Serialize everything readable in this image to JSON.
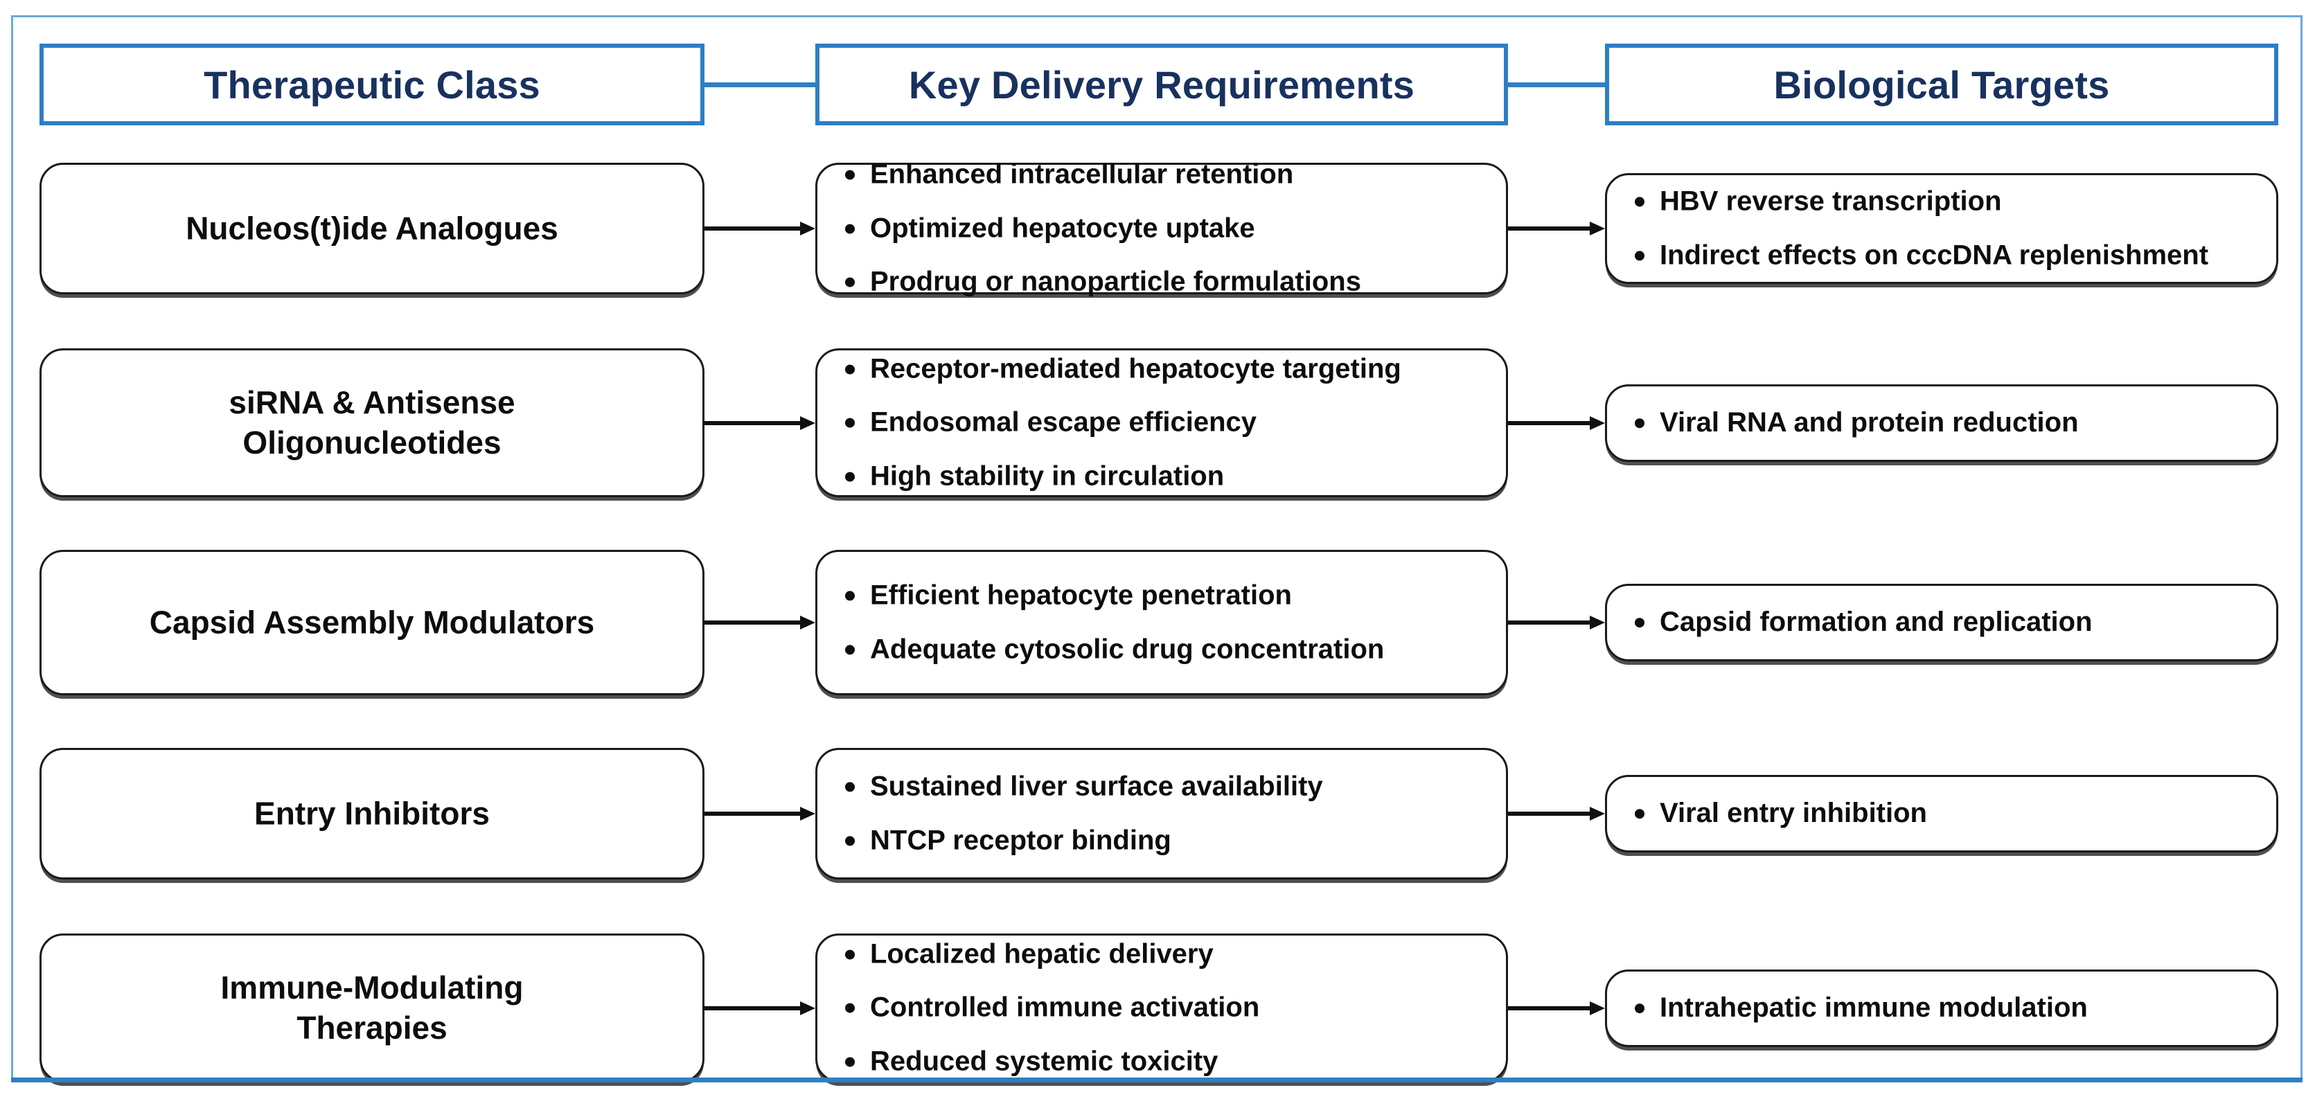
{
  "theme": {
    "frame_border_color": "#6aa9e0",
    "accent_color": "#2e7ec4",
    "header_text_color": "#18315f",
    "node_border_color": "#1a1a1a",
    "node_text_color": "#0d0d0d",
    "background": "#ffffff"
  },
  "header": {
    "columns": [
      {
        "label": "Therapeutic Class"
      },
      {
        "label": "Key Delivery Requirements"
      },
      {
        "label": "Biological Targets"
      }
    ]
  },
  "rows": [
    {
      "therapeutic_class": "Nucleos(t)ide Analogues",
      "delivery_requirements": [
        "Enhanced intracellular retention",
        "Optimized hepatocyte uptake",
        "Prodrug or nanoparticle formulations"
      ],
      "biological_targets": [
        "HBV reverse transcription",
        "Indirect effects on cccDNA replenishment"
      ]
    },
    {
      "therapeutic_class": "siRNA & Antisense Oligonucleotides",
      "delivery_requirements": [
        "Receptor-mediated hepatocyte targeting",
        "Endosomal escape efficiency",
        "High stability in circulation"
      ],
      "biological_targets": [
        "Viral RNA and protein reduction"
      ]
    },
    {
      "therapeutic_class": "Capsid Assembly Modulators",
      "delivery_requirements": [
        "Efficient hepatocyte penetration",
        "Adequate cytosolic drug concentration"
      ],
      "biological_targets": [
        "Capsid formation and replication"
      ]
    },
    {
      "therapeutic_class": "Entry Inhibitors",
      "delivery_requirements": [
        "Sustained liver surface availability",
        "NTCP receptor binding"
      ],
      "biological_targets": [
        "Viral entry inhibition"
      ]
    },
    {
      "therapeutic_class": "Immune-Modulating Therapies",
      "delivery_requirements": [
        "Localized hepatic delivery",
        "Controlled immune activation",
        "Reduced systemic toxicity"
      ],
      "biological_targets": [
        "Intrahepatic immune modulation"
      ]
    }
  ]
}
